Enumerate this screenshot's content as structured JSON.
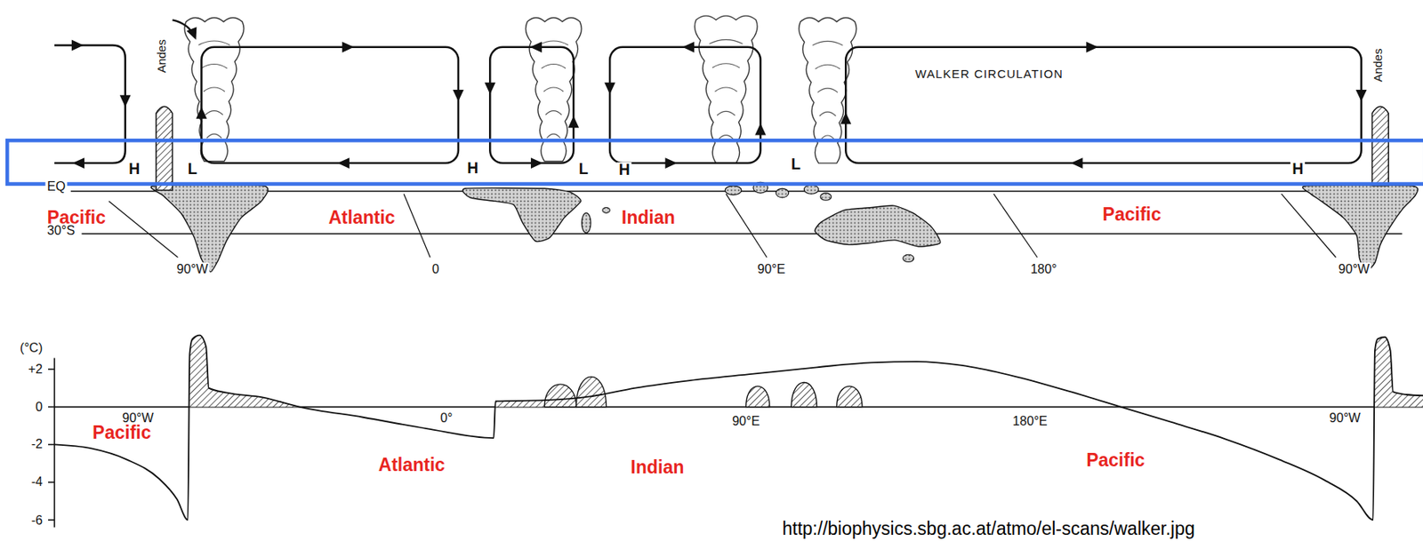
{
  "diagram": {
    "labels": [
      "Andes",
      "WALKER CIRCULATION",
      "Andes",
      "H",
      "L",
      "H",
      "L",
      "H",
      "L",
      "H",
      "EQ",
      "Pacific",
      "Atlantic",
      "Indian",
      "Pacific",
      "30°S",
      "90°W",
      "0",
      "90°E",
      "180°",
      "90°W",
      "(°C)",
      "+2",
      "0",
      "-2",
      "-4",
      "-6",
      "90°W",
      "0°",
      "90°E",
      "180°E",
      "90°W",
      "Pacific",
      "Atlantic",
      "Indian",
      "Pacific",
      "http://biophysics.sbg.ac.at/atmo/el-scans/walker.jpg"
    ]
  }
}
